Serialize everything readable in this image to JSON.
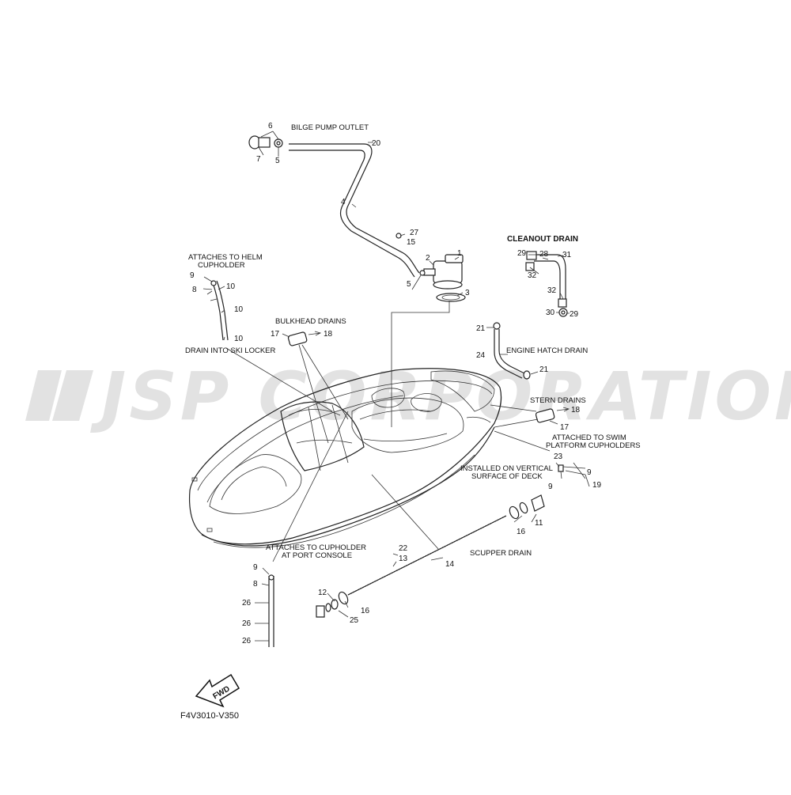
{
  "watermark": "JSP CORPORATION",
  "labels": {
    "bilge_pump_outlet": "BILGE PUMP OUTLET",
    "cleanout_drain": "CLEANOUT DRAIN",
    "helm_cupholder_1": "ATTACHES TO HELM",
    "helm_cupholder_2": "CUPHOLDER",
    "bulkhead_drains": "BULKHEAD DRAINS",
    "drain_ski_locker": "DRAIN INTO SKI LOCKER",
    "engine_hatch_drain": "ENGINE HATCH DRAIN",
    "stern_drains": "STERN DRAINS",
    "swim_platform_1": "ATTACHED TO SWIM",
    "swim_platform_2": "PLATFORM CUPHOLDERS",
    "vertical_surface_1": "INSTALLED ON VERTICAL",
    "vertical_surface_2": "SURFACE OF DECK",
    "port_console_1": "ATTACHES TO CUPHOLDER",
    "port_console_2": "AT PORT CONSOLE",
    "scupper_drain": "SCUPPER DRAIN",
    "fwd": "FWD",
    "diagram_code": "F4V3010-V350"
  },
  "callouts": [
    {
      "id": "c6",
      "text": "6"
    },
    {
      "id": "c7",
      "text": "7"
    },
    {
      "id": "c5a",
      "text": "5"
    },
    {
      "id": "c20",
      "text": "20"
    },
    {
      "id": "c4",
      "text": "4"
    },
    {
      "id": "c27",
      "text": "27"
    },
    {
      "id": "c15",
      "text": "15"
    },
    {
      "id": "c2",
      "text": "2"
    },
    {
      "id": "c1",
      "text": "1"
    },
    {
      "id": "c5b",
      "text": "5"
    },
    {
      "id": "c3",
      "text": "3"
    },
    {
      "id": "c29a",
      "text": "29"
    },
    {
      "id": "c28",
      "text": "28"
    },
    {
      "id": "c31",
      "text": "31"
    },
    {
      "id": "c32a",
      "text": "32"
    },
    {
      "id": "c32b",
      "text": "32"
    },
    {
      "id": "c30",
      "text": "30"
    },
    {
      "id": "c29b",
      "text": "29"
    },
    {
      "id": "c9a",
      "text": "9"
    },
    {
      "id": "c8a",
      "text": "8"
    },
    {
      "id": "c10a",
      "text": "10"
    },
    {
      "id": "c10b",
      "text": "10"
    },
    {
      "id": "c10c",
      "text": "10"
    },
    {
      "id": "c17a",
      "text": "17"
    },
    {
      "id": "c18a",
      "text": "18"
    },
    {
      "id": "c21a",
      "text": "21"
    },
    {
      "id": "c24",
      "text": "24"
    },
    {
      "id": "c21b",
      "text": "21"
    },
    {
      "id": "c18b",
      "text": "18"
    },
    {
      "id": "c17b",
      "text": "17"
    },
    {
      "id": "c23",
      "text": "23"
    },
    {
      "id": "c9b",
      "text": "9"
    },
    {
      "id": "c9c",
      "text": "9"
    },
    {
      "id": "c19",
      "text": "19"
    },
    {
      "id": "c16a",
      "text": "16"
    },
    {
      "id": "c11",
      "text": "11"
    },
    {
      "id": "c22",
      "text": "22"
    },
    {
      "id": "c13",
      "text": "13"
    },
    {
      "id": "c14",
      "text": "14"
    },
    {
      "id": "c9d",
      "text": "9"
    },
    {
      "id": "c8b",
      "text": "8"
    },
    {
      "id": "c26a",
      "text": "26"
    },
    {
      "id": "c26b",
      "text": "26"
    },
    {
      "id": "c26c",
      "text": "26"
    },
    {
      "id": "c12",
      "text": "12"
    },
    {
      "id": "c16b",
      "text": "16"
    },
    {
      "id": "c25",
      "text": "25"
    }
  ]
}
